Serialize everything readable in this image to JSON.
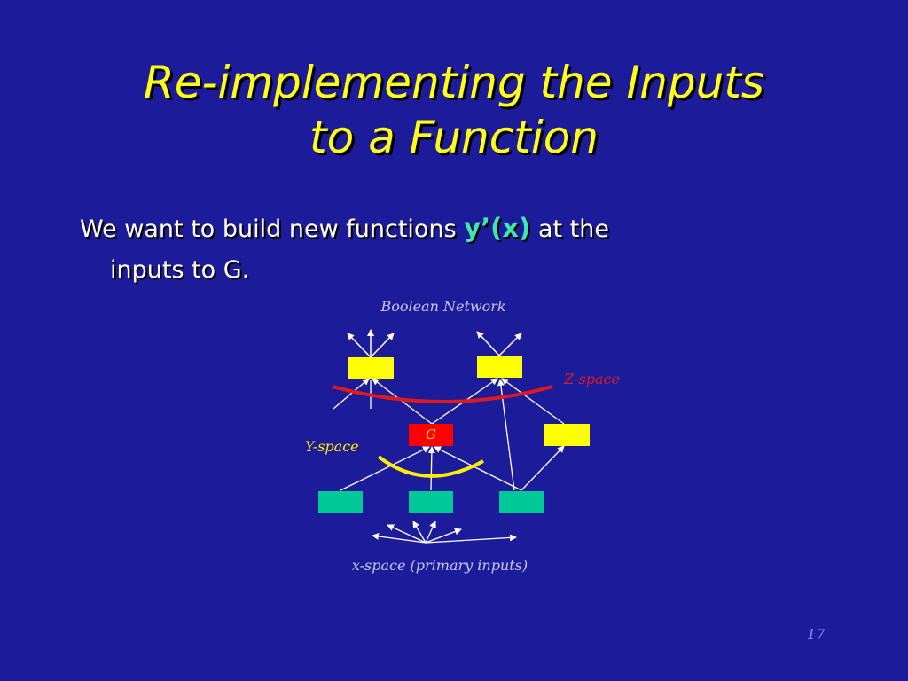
{
  "slide": {
    "title_line1": "Re-implementing the Inputs",
    "title_line2": "to a Function",
    "body_pre": "We want to build new functions ",
    "body_highlight": "y’(x)",
    "body_post": " at the",
    "body_line2": "inputs to G.",
    "page_number": "17"
  },
  "diagram": {
    "label_network": "Boolean Network",
    "label_zspace": "Z-space",
    "label_yspace": "Y-space",
    "label_xspace": "x-space (primary inputs)",
    "node_g_label": "G"
  },
  "colors": {
    "background": "#1c1c9a",
    "title": "#ffff1a",
    "highlight": "#3fe6b0",
    "yellow_node": "#ffff00",
    "green_node": "#00c896",
    "g_node": "#ff0000",
    "zspace_curve": "#e01a1a",
    "yspace_curve": "#ffee00"
  }
}
